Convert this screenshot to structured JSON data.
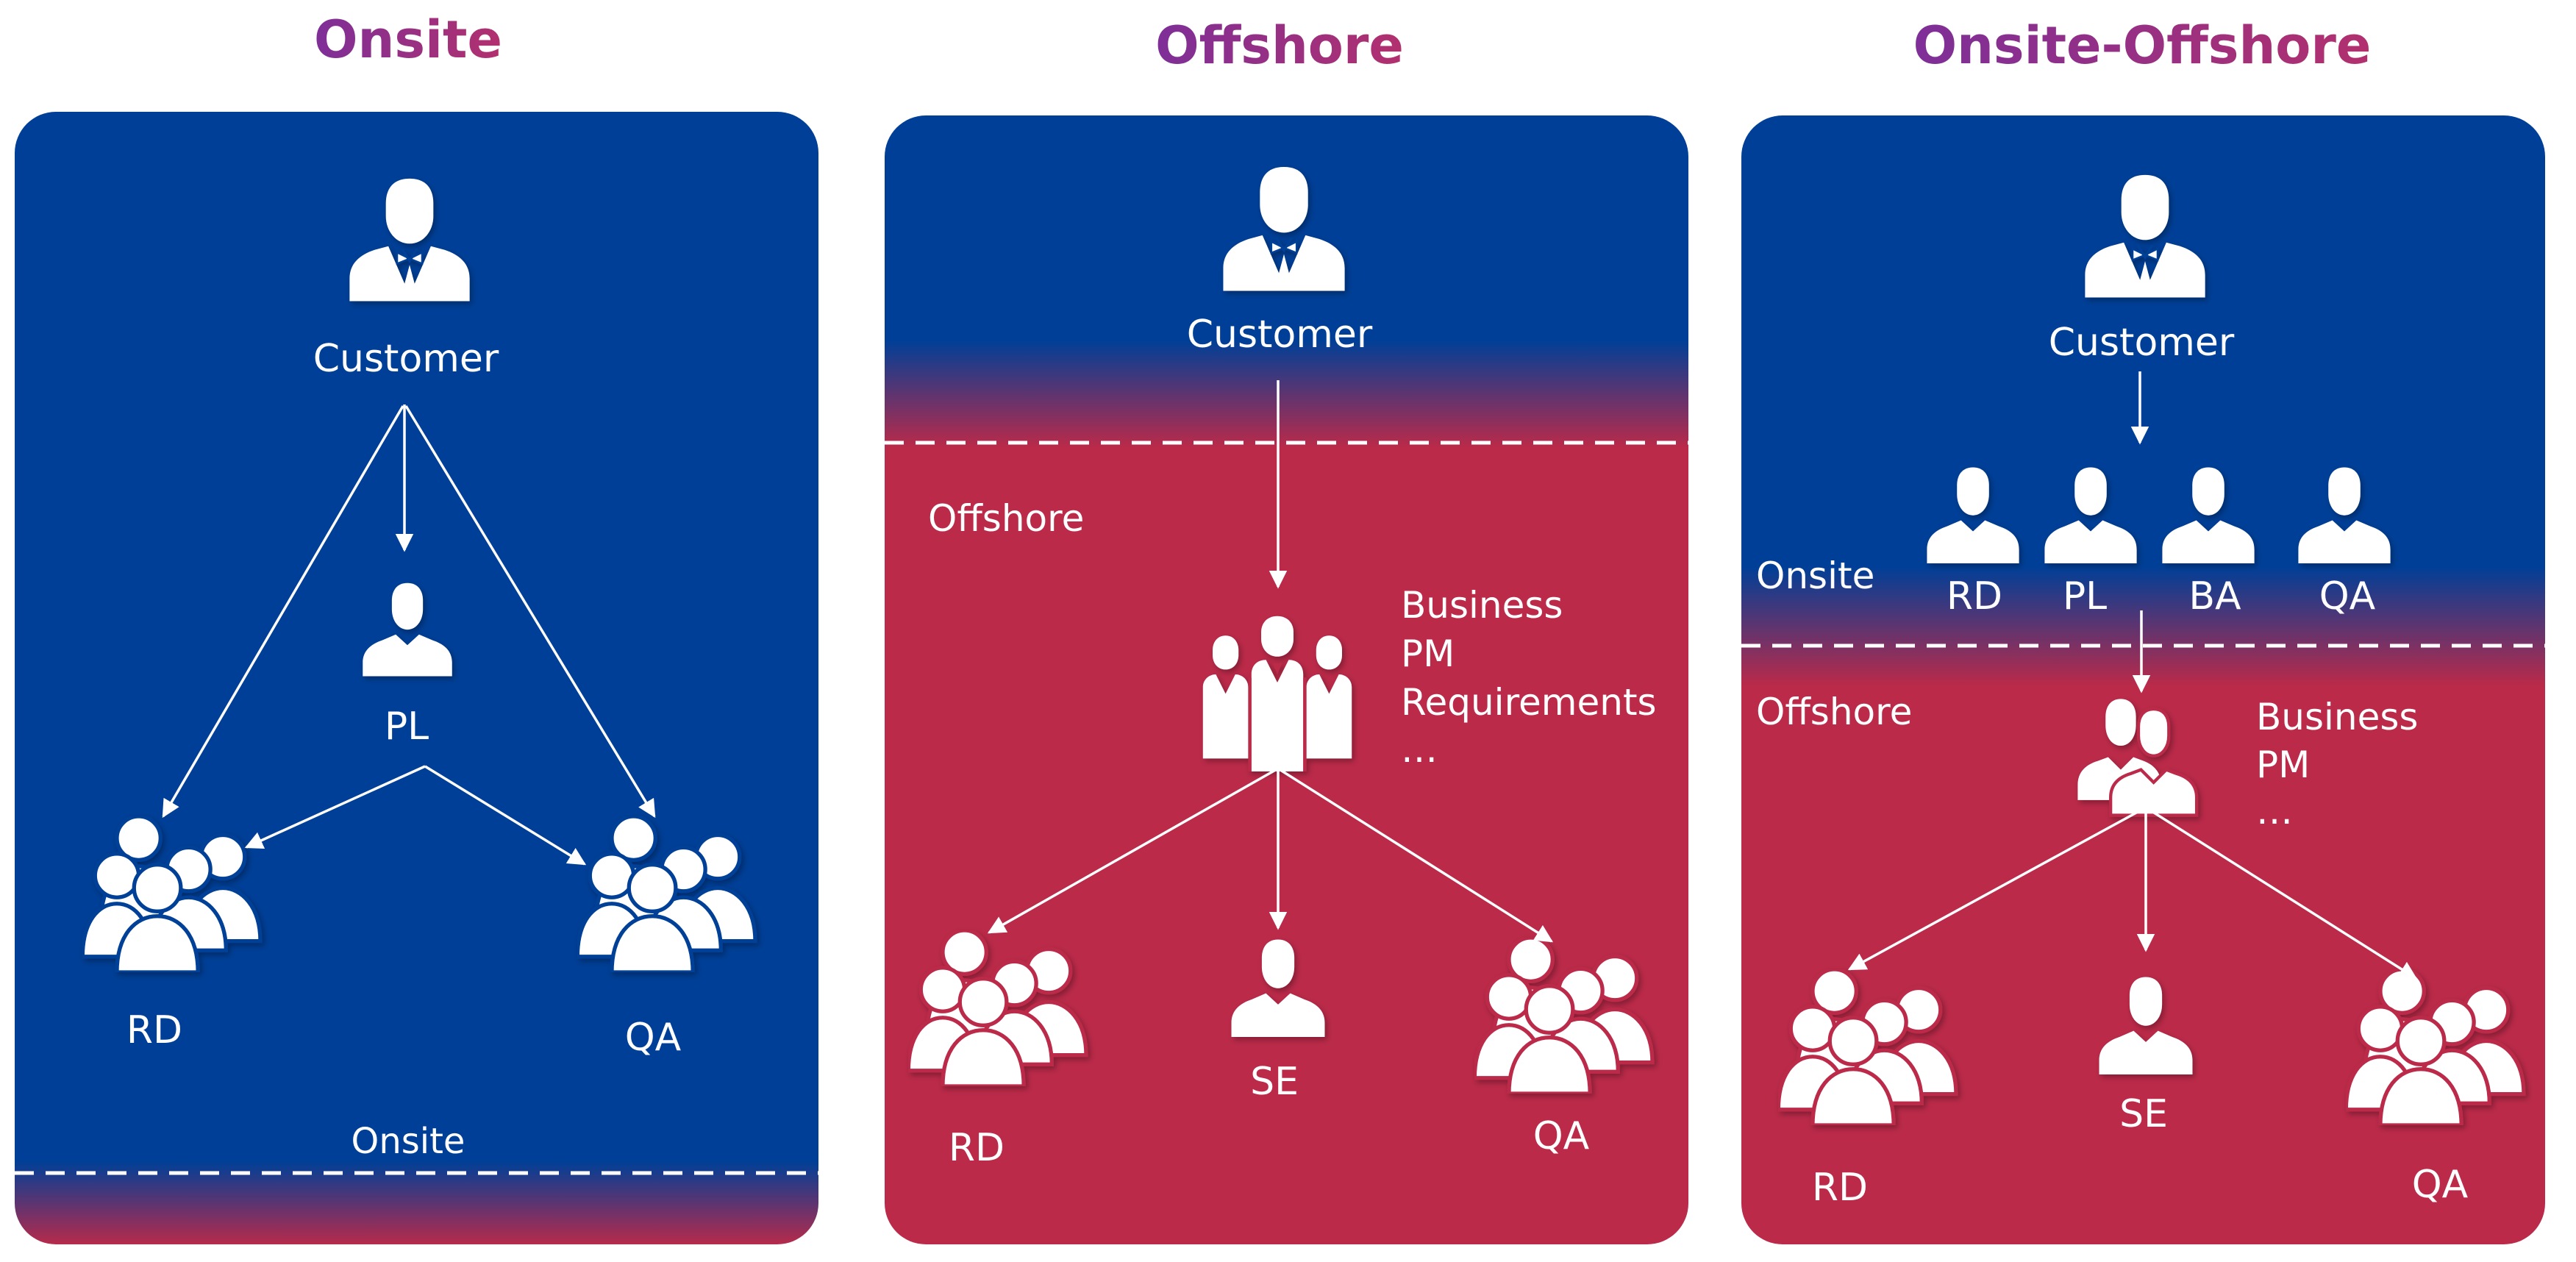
{
  "colors": {
    "navy": "#003F97",
    "crimson": "#BB2A49",
    "title_gradient_start": "#7E2F98",
    "title_gradient_end": "#B2306E",
    "text": "#FFFFFF"
  },
  "icon_names": {
    "customer": "customer-icon",
    "person": "person-icon",
    "team": "team-icon",
    "group": "group-icon",
    "pair": "people-pair-icon"
  },
  "panels": [
    {
      "title": "Onsite",
      "nodes": {
        "customer": "Customer",
        "pl": "PL",
        "rd": "RD",
        "qa": "QA"
      },
      "zone_labels": {
        "onsite": "Onsite"
      }
    },
    {
      "title": "Offshore",
      "nodes": {
        "customer": "Customer",
        "rd": "RD",
        "se": "SE",
        "qa": "QA"
      },
      "team_roles": [
        "Business",
        "PM",
        "Requirements",
        "…"
      ],
      "zone_labels": {
        "offshore": "Offshore"
      }
    },
    {
      "title": "Onsite-Offshore",
      "nodes": {
        "customer": "Customer",
        "rd_onsite": "RD",
        "pl": "PL",
        "ba": "BA",
        "qa_onsite": "QA",
        "rd": "RD",
        "se": "SE",
        "qa": "QA"
      },
      "pair_roles": [
        "Business",
        "PM",
        "…"
      ],
      "zone_labels": {
        "onsite": "Onsite",
        "offshore": "Offshore"
      }
    }
  ]
}
